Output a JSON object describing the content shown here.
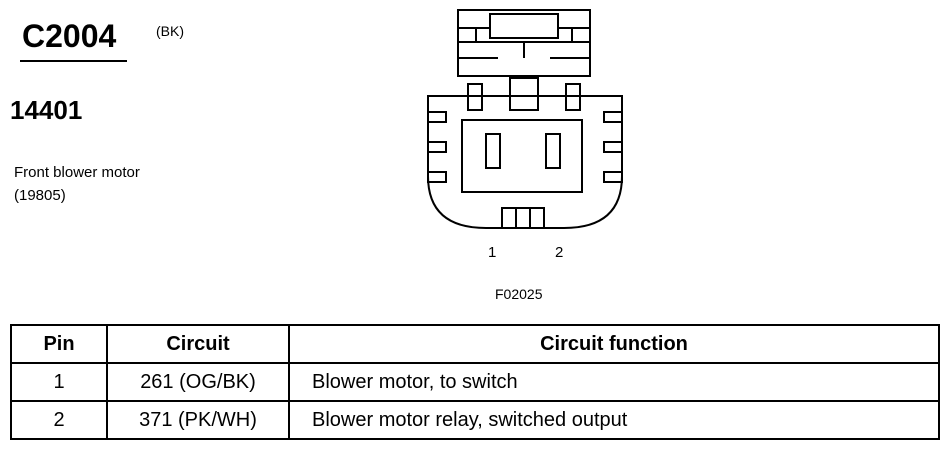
{
  "connector": {
    "id": "C2004",
    "color": "(BK)",
    "part_number": "14401",
    "component_name": "Front blower motor",
    "component_number": "(19805)",
    "figure_id": "F02025",
    "pin_labels": [
      "1",
      "2"
    ]
  },
  "table": {
    "headers": [
      "Pin",
      "Circuit",
      "Circuit function"
    ],
    "rows": [
      {
        "pin": "1",
        "circuit": "261 (OG/BK)",
        "function": "Blower motor, to switch"
      },
      {
        "pin": "2",
        "circuit": "371 (PK/WH)",
        "function": "Blower motor relay, switched output"
      }
    ]
  }
}
